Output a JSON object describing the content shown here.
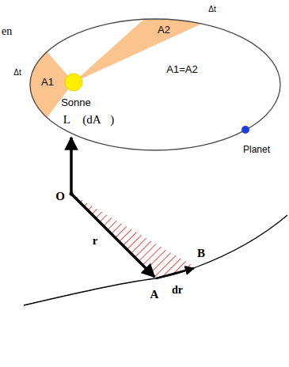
{
  "diagram": {
    "labels": [
      "en",
      "Δt",
      "A2",
      "Δt",
      "A1",
      "A1=A2",
      "Sonne",
      "Planet",
      "L⃗ (dA⃗)",
      "O",
      "r⃗",
      "A",
      "dr",
      "B"
    ]
  }
}
